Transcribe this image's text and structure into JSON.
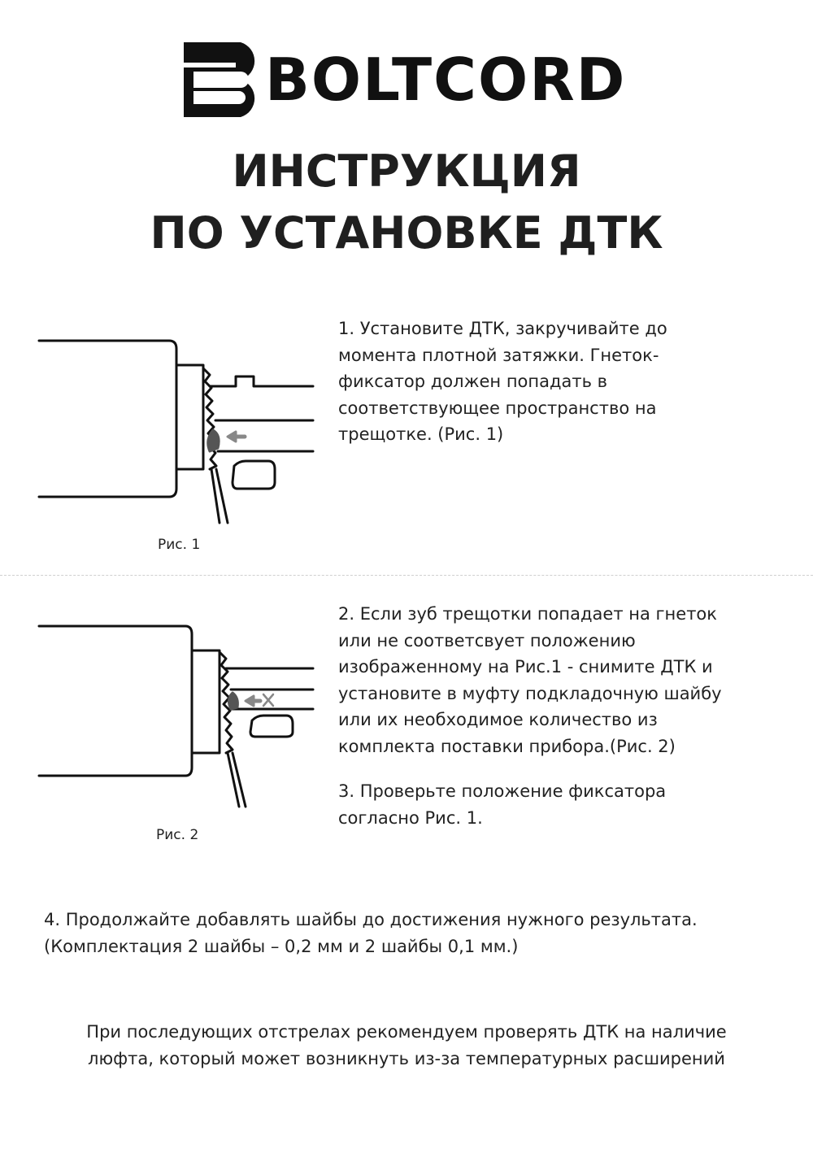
{
  "brand": {
    "name": "BOLTCORD",
    "logo_icon": "boltcord-mark-icon"
  },
  "title": {
    "line1": "ИНСТРУКЦИЯ",
    "line2": "ПО УСТАНОВКЕ ДТК"
  },
  "figures": [
    {
      "caption": "Рис. 1",
      "icon": "install-diagram-icon"
    },
    {
      "caption": "Рис. 2",
      "icon": "misaligned-diagram-icon"
    }
  ],
  "steps": [
    {
      "lines": [
        "1. Установите ДТК, закручивайте до",
        "момента плотной затяжки. Гнеток-",
        "фиксатор должен попадать в",
        "соответствующее пространство на",
        "трещотке. (Рис. 1)"
      ]
    },
    {
      "lines": [
        "2. Если зуб трещотки попадает на гнеток",
        "или не соответсвует положению",
        "изображенному на Рис.1 - снимите ДТК и",
        "установите в муфту подкладочную шайбу",
        "или их необходимое количество из",
        "комплекта поставки прибора.(Рис. 2)"
      ]
    },
    {
      "lines": [
        "3. Проверьте положение фиксатора",
        "согласно Рис. 1."
      ]
    },
    {
      "lines": [
        "4. Продолжайте добавлять шайбы до достижения нужного результата.",
        "(Комплектация 2 шайбы – 0,2 мм и 2 шайбы 0,1 мм.)"
      ]
    }
  ],
  "note": {
    "lines": [
      "При последующих отстрелах рекомендуем проверять ДТК на наличие",
      "люфта, который может возникнуть из-за температурных расширений"
    ]
  }
}
